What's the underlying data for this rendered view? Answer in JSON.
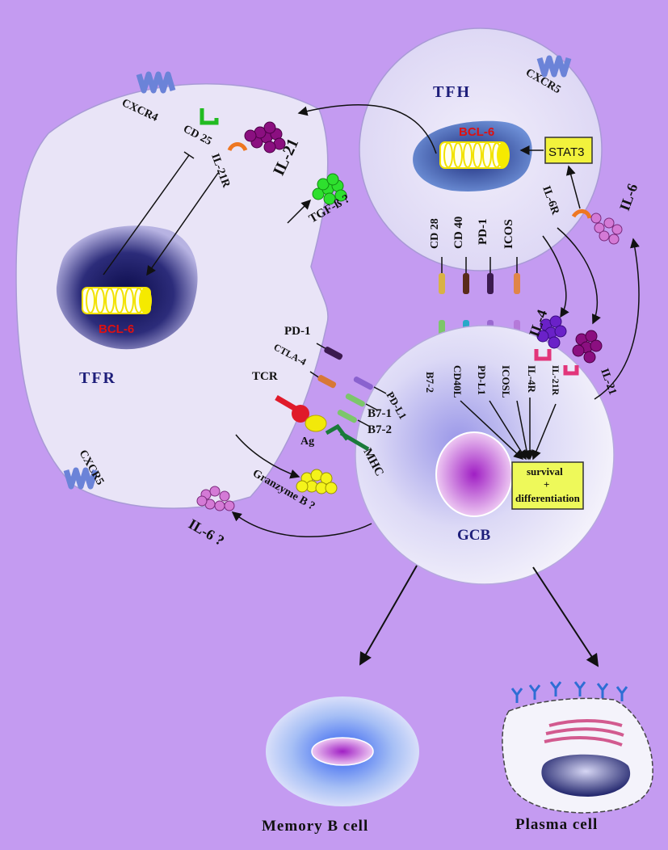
{
  "cells": {
    "tfr": "TFR",
    "tfh": "TFH",
    "gcb": "GCB",
    "memory": "Memory B cell",
    "plasma": "Plasma cell"
  },
  "tfr_labels": {
    "cxcr4": "CXCR4",
    "cd25": "CD 25",
    "il21r": "IL-21R",
    "cxcr5": "CXCR5",
    "pd1": "PD-1",
    "ctla4": "CTLA-4",
    "tcr": "TCR",
    "bcl6": "BCL-6"
  },
  "tfh_labels": {
    "cxcr5": "CXCR5",
    "bcl6": "BCL-6",
    "stat3": "STAT3",
    "il6r": "IL-6R",
    "cd28": "CD 28",
    "cd40": "CD 40",
    "pd1": "PD-1",
    "icos": "ICOS"
  },
  "gcb_labels": {
    "b72": "B7-2",
    "cd40l": "CD40L",
    "pdl1": "PD-L1",
    "icosl": "ICOSL",
    "il4r": "IL-4R",
    "il21r": "IL-21R",
    "pdl1_left": "PD-L1",
    "b71": "B7-1",
    "b72_left": "B7-2",
    "mhc": "MHC",
    "ag": "Ag",
    "survival": "survival",
    "plus": "+",
    "differentiation": "differentiation"
  },
  "cytokines": {
    "il21_top": "IL-21",
    "tgfb": "TGF-ß ?",
    "il6_right": "IL-6",
    "il4": "IL-4",
    "il21_right": "IL-21",
    "granzyme": "Granzyme B ?",
    "il6_bottom": "IL-6 ?"
  },
  "colors": {
    "background": "#c49bf1",
    "cell_fill": "#e9e4f7",
    "nucleus": "#14145a",
    "bcl6": "#dd1111",
    "cell_name": "#1e1e7a",
    "box": "#f2f23c"
  }
}
